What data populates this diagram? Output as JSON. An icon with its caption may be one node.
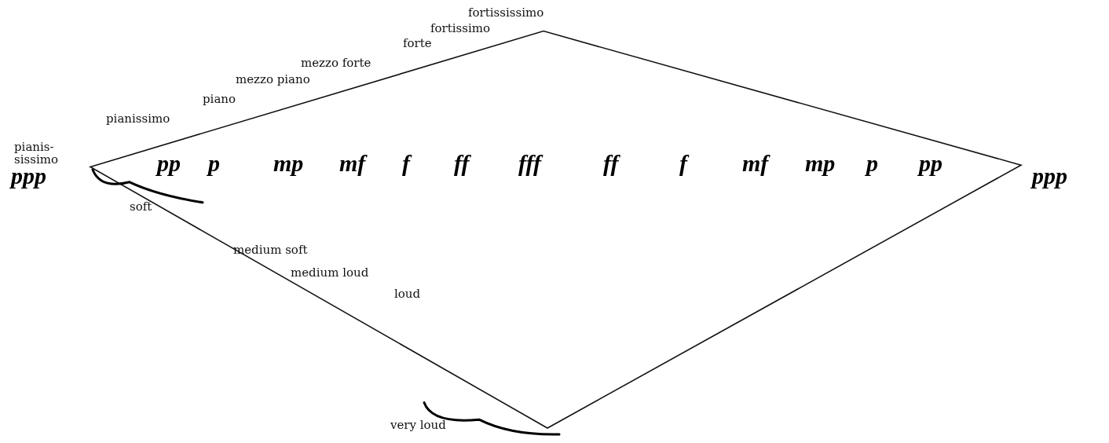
{
  "diagram": {
    "labels": [
      "fortississimo",
      "fortissimo",
      "forte",
      "mezzo forte",
      "mezzo piano",
      "piano",
      "pianissimo",
      "pianis- sissimo",
      "ppp",
      "pp",
      "p",
      "mp",
      "mf",
      "f",
      "ff",
      "fff",
      "ff",
      "f",
      "mf",
      "mp",
      "p",
      "pp",
      "ppp",
      "soft",
      "medium soft",
      "medium loud",
      "loud",
      "very loud"
    ]
  }
}
